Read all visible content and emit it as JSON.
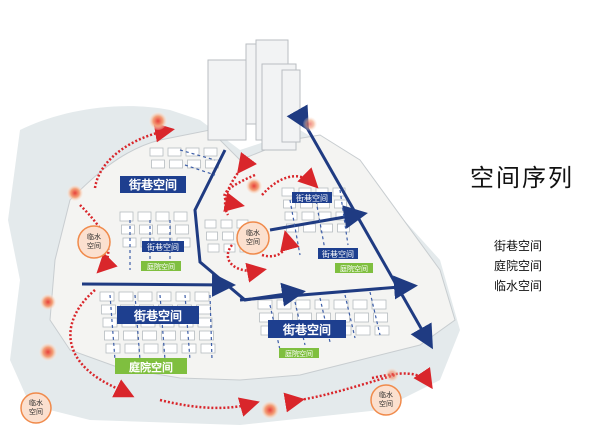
{
  "panel": {
    "title": "空间序列",
    "legend": [
      "街巷空间",
      "庭院空间",
      "临水空间"
    ]
  },
  "labels": {
    "street": "街巷空间",
    "courtyard": "庭院空间",
    "water_top": "临水",
    "water_bottom": "空间"
  },
  "colors": {
    "street_band": "#1e3f8f",
    "courtyard_band": "#7fbf3f",
    "water_circle": "#f08a4b",
    "red_arrow": "#d9262b",
    "blue_axis": "#1f3b82",
    "water": "#dfe6e9"
  }
}
